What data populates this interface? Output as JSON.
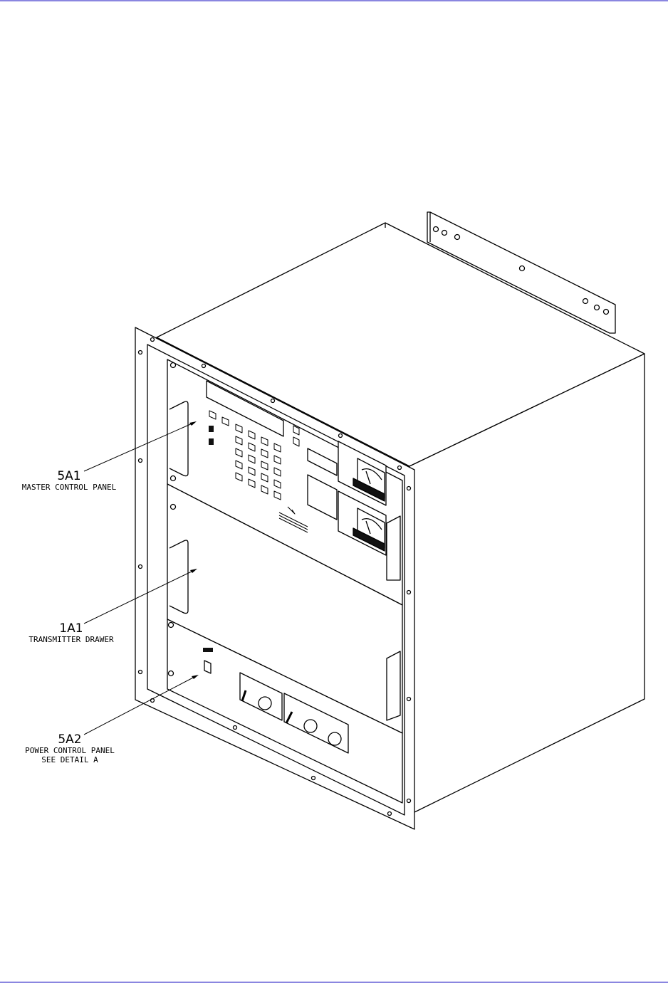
{
  "colors": {
    "rule": "#8a86e0",
    "ink": "#000000",
    "dark": "#111111"
  },
  "callouts": {
    "master": {
      "code": "5A1",
      "label": "MASTER CONTROL PANEL"
    },
    "drawer": {
      "code": "1A1",
      "label": "TRANSMITTER DRAWER"
    },
    "power": {
      "code": "5A2",
      "label1": "POWER CONTROL PANEL",
      "label2": "SEE DETAIL A"
    }
  }
}
